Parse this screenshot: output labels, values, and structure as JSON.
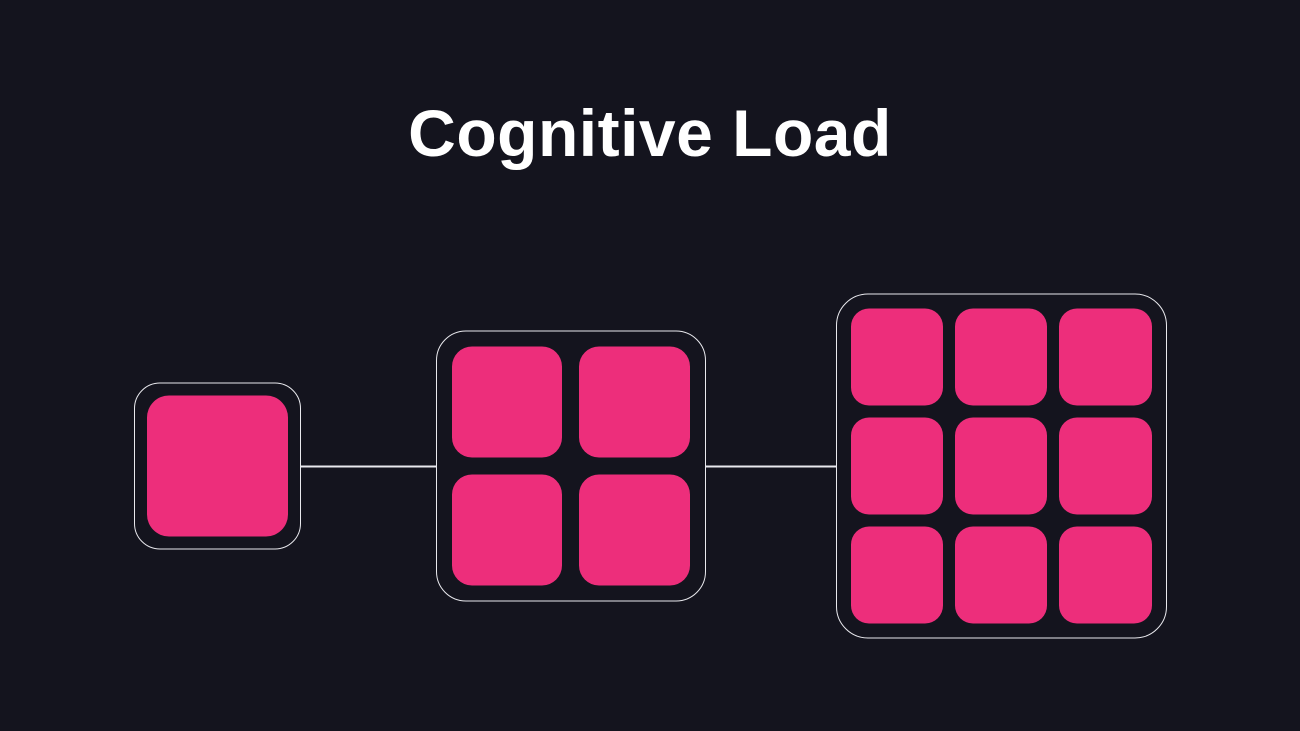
{
  "title": "Cognitive Load",
  "colors": {
    "background": "#14141e",
    "tile": "#ed2e7b",
    "outline": "#e9e9ee",
    "title_text": "#ffffff"
  },
  "diagram": {
    "groups": [
      {
        "name": "one-chunk",
        "grid": 1,
        "tiles": 1
      },
      {
        "name": "four-chunks",
        "grid": 2,
        "tiles": 4
      },
      {
        "name": "nine-chunks",
        "grid": 3,
        "tiles": 9
      }
    ],
    "connectors": 2
  }
}
